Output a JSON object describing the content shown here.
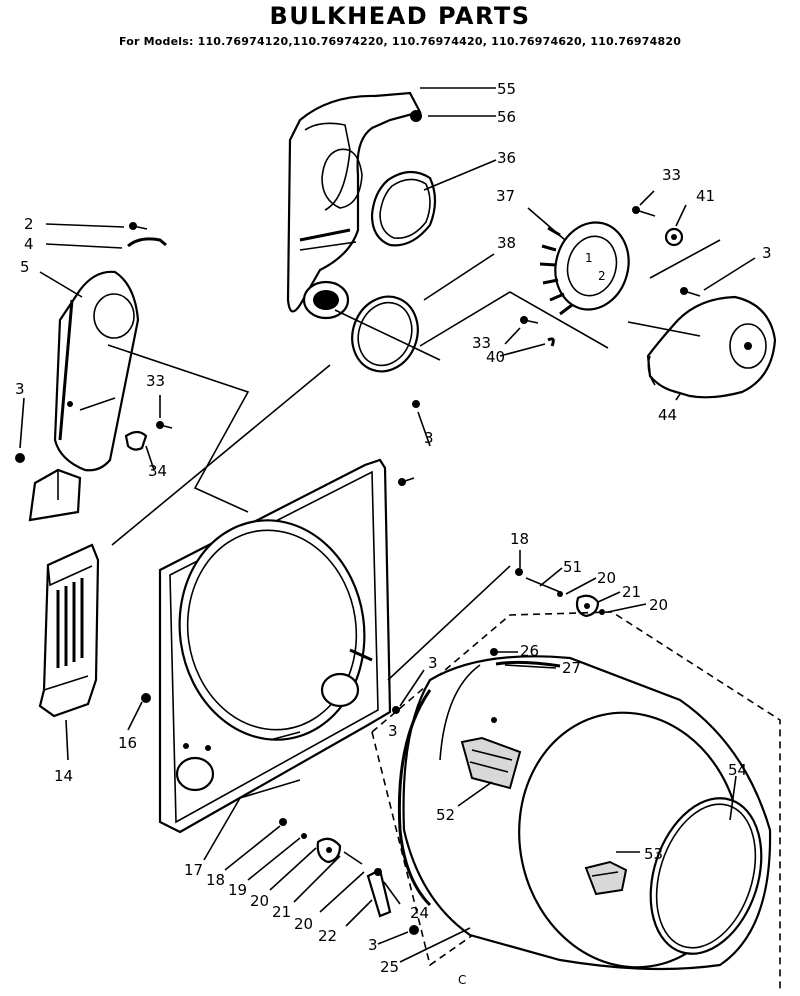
{
  "header": {
    "title": "BULKHEAD PARTS",
    "models": "For Models: 110.76974120,110.76974220, 110.76974420, 110.76974620, 110.76974820"
  },
  "callouts": [
    {
      "id": "c55",
      "text": "55"
    },
    {
      "id": "c56",
      "text": "56"
    },
    {
      "id": "c36",
      "text": "36"
    },
    {
      "id": "c33a",
      "text": "33"
    },
    {
      "id": "c41",
      "text": "41"
    },
    {
      "id": "c37",
      "text": "37"
    },
    {
      "id": "c3a",
      "text": "3"
    },
    {
      "id": "c38",
      "text": "38"
    },
    {
      "id": "c2",
      "text": "2"
    },
    {
      "id": "c4",
      "text": "4"
    },
    {
      "id": "c5",
      "text": "5"
    },
    {
      "id": "c33b",
      "text": "33"
    },
    {
      "id": "c40",
      "text": "40"
    },
    {
      "id": "c44",
      "text": "44"
    },
    {
      "id": "c3b",
      "text": "3"
    },
    {
      "id": "c33c",
      "text": "33"
    },
    {
      "id": "c34",
      "text": "34"
    },
    {
      "id": "c3c",
      "text": "3"
    },
    {
      "id": "c18a",
      "text": "18"
    },
    {
      "id": "c51",
      "text": "51"
    },
    {
      "id": "c20a",
      "text": "20"
    },
    {
      "id": "c21a",
      "text": "21"
    },
    {
      "id": "c20b",
      "text": "20"
    },
    {
      "id": "c3d",
      "text": "3"
    },
    {
      "id": "c26",
      "text": "26"
    },
    {
      "id": "c27",
      "text": "27"
    },
    {
      "id": "c14",
      "text": "14"
    },
    {
      "id": "c16",
      "text": "16"
    },
    {
      "id": "c54",
      "text": "54"
    },
    {
      "id": "c52",
      "text": "52"
    },
    {
      "id": "c53",
      "text": "53"
    },
    {
      "id": "c17",
      "text": "17"
    },
    {
      "id": "c18b",
      "text": "18"
    },
    {
      "id": "c19",
      "text": "19"
    },
    {
      "id": "c20c",
      "text": "20"
    },
    {
      "id": "c21b",
      "text": "21"
    },
    {
      "id": "c20d",
      "text": "20"
    },
    {
      "id": "c22",
      "text": "22"
    },
    {
      "id": "c24",
      "text": "24"
    },
    {
      "id": "c3e",
      "text": "3"
    },
    {
      "id": "c25",
      "text": "25"
    },
    {
      "id": "c3f",
      "text": "3"
    }
  ],
  "footer_mark": "C"
}
